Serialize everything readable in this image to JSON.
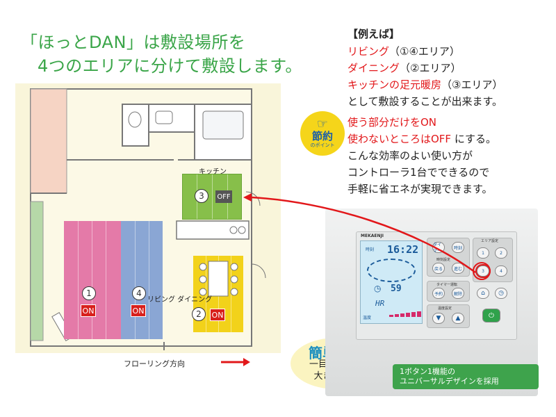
{
  "headline": {
    "line1": "「ほっとDAN」は敷設場所を",
    "line2": "4つのエリアに分けて敷設します。"
  },
  "example": {
    "title": "【例えば】",
    "items": [
      {
        "name": "リビング",
        "detail": "（①④エリア）"
      },
      {
        "name": "ダイニング",
        "detail": "（②エリア）"
      },
      {
        "name": "キッチンの足元暖房",
        "detail": "（③エリア）"
      }
    ],
    "conclusion": "として敷設することが出来ます。"
  },
  "tip": {
    "badge_label": "節約",
    "badge_sub": "のポイント",
    "line1": "使う部分だけをON",
    "line2_red": "使わないところはOFF",
    "line2_rest": "にする。",
    "line3": "こんな効率のよい使い方が",
    "line4": "コントローラ1台でできるので",
    "line5": "手軽に省エネが実現できます。"
  },
  "floorplan": {
    "kitchen_label": "キッチン",
    "living_dining_label": "リビング  ダイニング",
    "zones": [
      {
        "number": "1",
        "state": "ON",
        "color": "#e47aa8"
      },
      {
        "number": "4",
        "state": "ON",
        "color": "#8aa6d4"
      },
      {
        "number": "2",
        "state": "ON",
        "color": "#f2d21a"
      },
      {
        "number": "3",
        "state": "OFF",
        "color": "#87bf4a"
      }
    ],
    "flooring_direction": "フローリング方向"
  },
  "easy": {
    "title": "簡単操作",
    "line1": "一目でわかる",
    "line2": "大きな文字"
  },
  "controller": {
    "brand": "MEKAENJI",
    "time": "16:22",
    "timer_value": "59",
    "mode_value": "HR",
    "temp_label": "温度",
    "clock_label": "時刻",
    "area_setting_label": "エリア設定",
    "time_setting_label": "時刻設定",
    "timer_op_label": "タイマー運転",
    "temp_setting_label": "温度設定",
    "buttons": {
      "timer": "タイマー",
      "clock": "時刻",
      "back": "戻る",
      "forward": "進む",
      "reserve": "予約",
      "cancel": "解除"
    },
    "areas": [
      "1",
      "2",
      "3",
      "4"
    ]
  },
  "badge": {
    "line1": "1ボタン1機能の",
    "line2": "ユニバーサルデザインを採用"
  }
}
